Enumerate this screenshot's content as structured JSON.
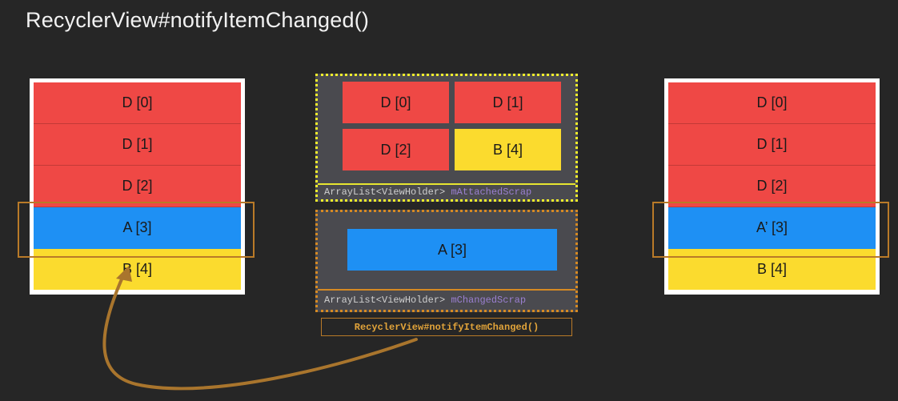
{
  "title": "RecyclerView#notifyItemChanged()",
  "left_list": [
    "D [0]",
    "D [1]",
    "D [2]",
    "A [3]",
    "B [4]"
  ],
  "right_list": [
    "D [0]",
    "D [1]",
    "D [2]",
    "A’ [3]",
    "B [4]"
  ],
  "attached_scrap": {
    "items": [
      "D [0]",
      "D [1]",
      "D [2]",
      "B [4]"
    ],
    "label_type": "ArrayList<ViewHolder> ",
    "label_var": "mAttachedScrap"
  },
  "changed_scrap": {
    "items": [
      "A [3]"
    ],
    "label_type": "ArrayList<ViewHolder> ",
    "label_var": "mChangedScrap"
  },
  "call_label": "RecyclerView#notifyItemChanged()",
  "colors": {
    "red": "#ef4845",
    "blue": "#1e90f4",
    "yellow": "#fbdb2e",
    "highlight": "#b97a28",
    "attached_border": "#f1ef2c",
    "changed_border": "#d68a23"
  }
}
